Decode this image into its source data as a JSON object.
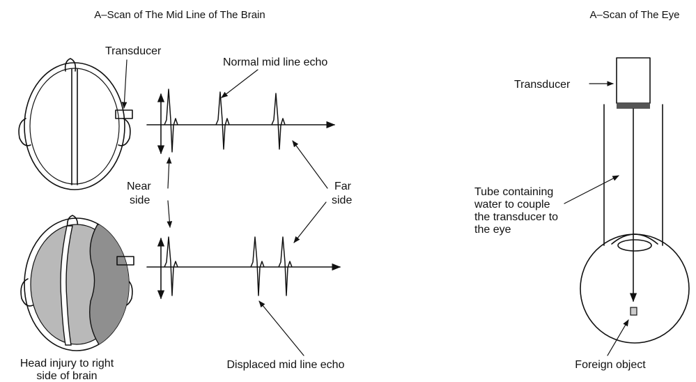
{
  "brain_panel": {
    "title": "A–Scan of The Mid Line of The Brain",
    "transducer_label": "Transducer",
    "normal_echo_label": "Normal mid line echo",
    "near_side_label": [
      "Near",
      "side"
    ],
    "far_side_label": [
      "Far",
      "side"
    ],
    "injury_label": [
      "Head injury to right",
      "side of brain"
    ],
    "displaced_echo_label": "Displaced mid line echo"
  },
  "eye_panel": {
    "title": "A–Scan of The Eye",
    "transducer_label": "Transducer",
    "tube_label": [
      "Tube containing",
      "water to couple",
      "the transducer to",
      "the eye"
    ],
    "foreign_object_label": "Foreign object"
  },
  "colors": {
    "ink": "#111111",
    "head_fill": "#ffffff",
    "injured_brain_fill": "#b9b9b9",
    "haematoma_fill": "#8f8f8f",
    "transducer_face": "#555555"
  },
  "icons": [
    "double-headed-arrow",
    "pointer-arrow"
  ]
}
